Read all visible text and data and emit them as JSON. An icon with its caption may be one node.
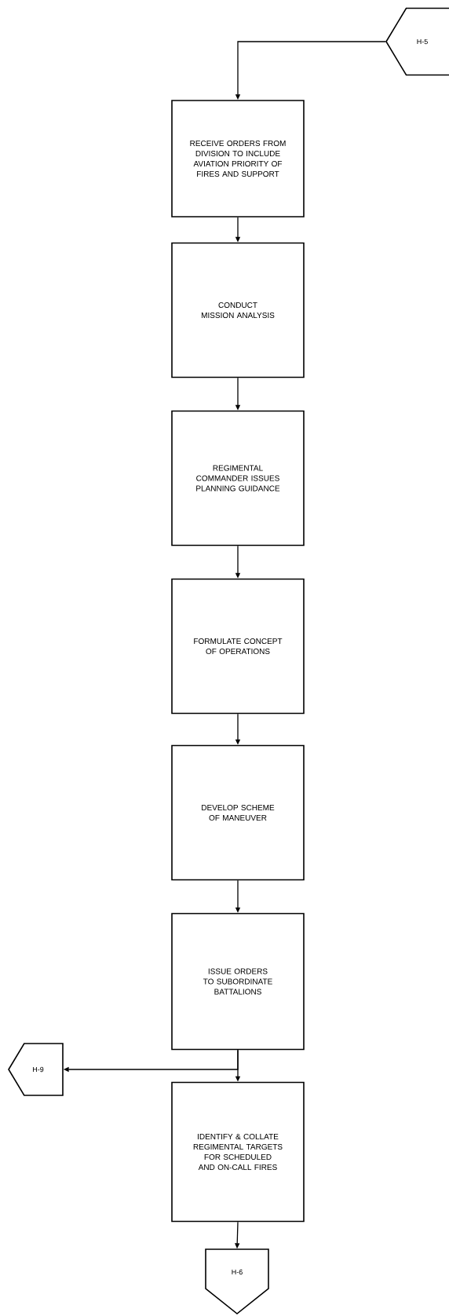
{
  "diagram": {
    "nodes": [
      {
        "text": [
          "H-5"
        ]
      },
      {
        "text": [
          "RECEIVE ORDERS FROM DIVISION TO INCLUDE AVIATION PRIORITY OF FIRES AND SUPPORT"
        ]
      },
      {
        "text": [
          "CONDUCT MISSION ANALYSIS"
        ]
      },
      {
        "text": [
          "REGIMENTAL COMMANDER ISSUES PLANNING GUIDANCE"
        ]
      },
      {
        "text": [
          "FORMULATE CONCEPT OF OPERATIONS"
        ]
      },
      {
        "text": [
          "DEVELOP SCHEME OF MANEUVER"
        ]
      },
      {
        "text": [
          "ISSUE ORDERS TO SUBORDINATE BATTALIONS"
        ]
      },
      {
        "text": [
          "IDENTIFY & COLLATE REGIMENTAL TARGETS FOR SCHEDULED AND ON-CALL FIRES"
        ]
      },
      {
        "text": [
          "H-9"
        ]
      },
      {
        "text": [
          "H-6"
        ]
      }
    ],
    "edges": [
      {
        "from": 0,
        "to": 1,
        "arrow": "to"
      },
      {
        "from": 1,
        "to": 2,
        "arrow": "to"
      },
      {
        "from": 2,
        "to": 3,
        "arrow": "to"
      },
      {
        "from": 3,
        "to": 4,
        "arrow": "to"
      },
      {
        "from": 4,
        "to": 5,
        "arrow": "to"
      },
      {
        "from": 5,
        "to": 6,
        "arrow": "to"
      },
      {
        "from": 6,
        "to": 7,
        "arrow": "to"
      },
      {
        "from": 6,
        "to": 8,
        "arrow": "to"
      },
      {
        "from": 7,
        "to": 9,
        "arrow": "to"
      }
    ]
  }
}
